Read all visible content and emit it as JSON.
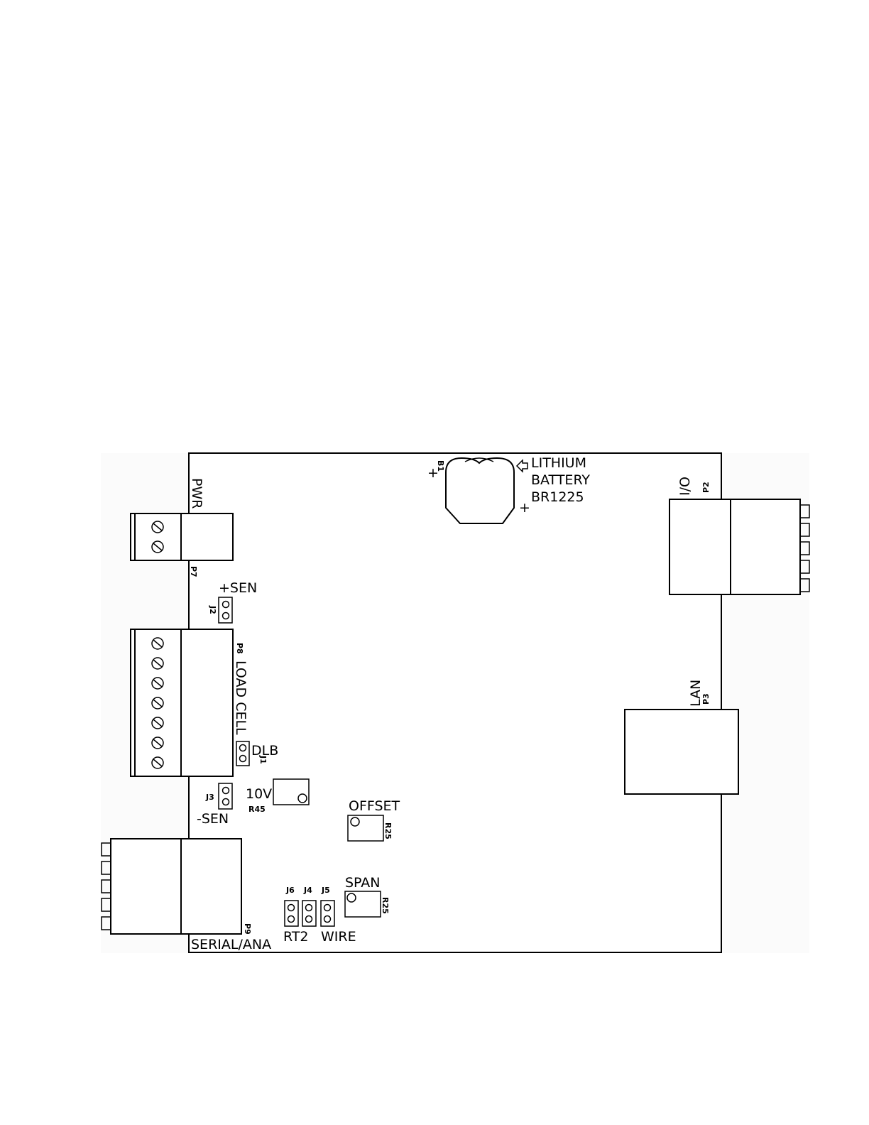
{
  "labels": {
    "lithium": "LITHIUM",
    "battery": "BATTERY",
    "battery_model": "BR1225",
    "b1": "B1",
    "plus_top": "+",
    "plus_right": "+",
    "pwr": "PWR",
    "p7": "P7",
    "plus_sen": "+SEN",
    "j2": "J2",
    "p8": "P8",
    "load_cell": "LOAD CELL",
    "dlb": "DLB",
    "j1": "J1",
    "j3": "J3",
    "minus_sen": "-SEN",
    "ten_v": "10V",
    "r45": "R45",
    "offset": "OFFSET",
    "r25_offset": "R25",
    "span": "SPAN",
    "r25_span": "R25",
    "j6": "J6",
    "j4": "J4",
    "j5": "J5",
    "rt2": "RT2",
    "wire": "WIRE",
    "serial_ana": "SERIAL/ANA",
    "p9": "P9",
    "io": "I/O",
    "p2": "P2",
    "lan": "LAN",
    "p3": "P3"
  },
  "icons": {
    "battery_arrow": "arrow-left-icon",
    "terminal_screw": "screw-terminal-icon",
    "trim_pot": "potentiometer-icon",
    "jumper": "jumper-icon"
  }
}
